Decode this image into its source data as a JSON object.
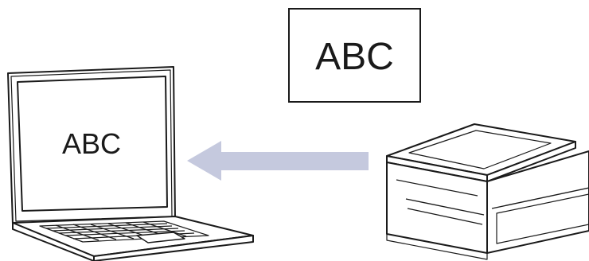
{
  "document": {
    "text": "ABC"
  },
  "laptop": {
    "screen_text": "ABC"
  },
  "arrow": {
    "direction": "left",
    "color": "#c5c9de"
  },
  "colors": {
    "outline": "#1a1a1a",
    "background": "#ffffff",
    "printer_face": "#ffffff",
    "laptop_body": "#ffffff"
  },
  "icons": {
    "laptop": "laptop-icon",
    "printer": "printer-scanner-icon",
    "document": "document-icon"
  }
}
